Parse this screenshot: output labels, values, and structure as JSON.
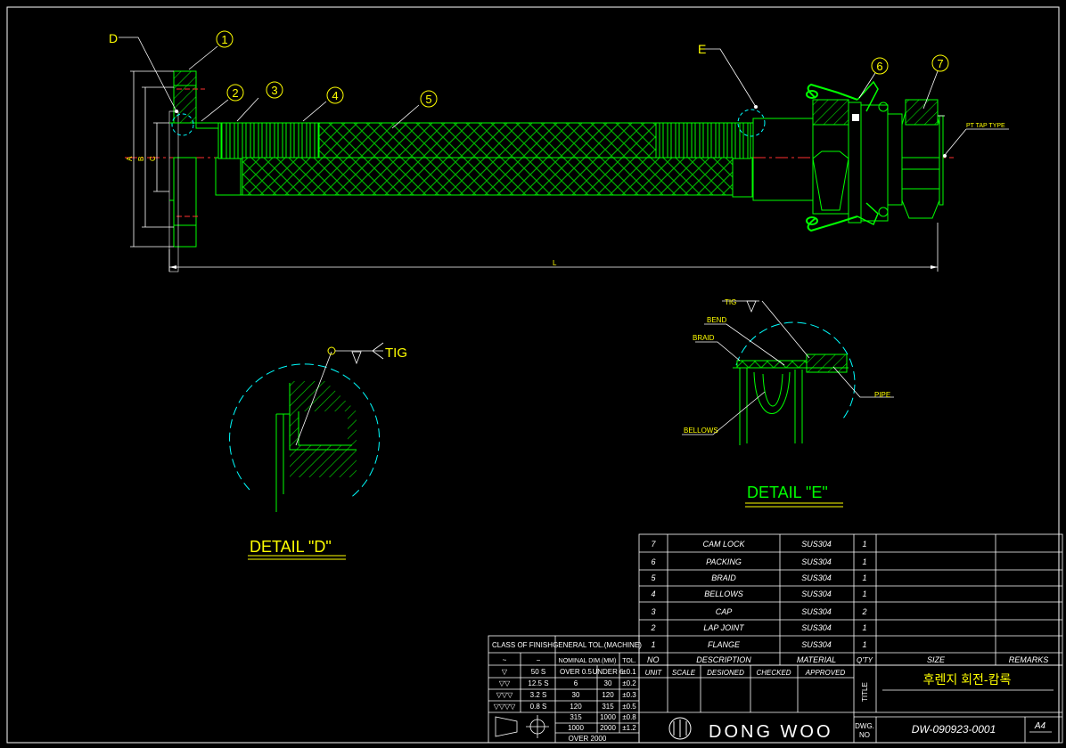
{
  "drawing": {
    "detail_labels": {
      "d": "D",
      "e": "E"
    },
    "balloons": [
      "1",
      "2",
      "3",
      "4",
      "5",
      "6",
      "7"
    ],
    "dimensions": {
      "a": "A",
      "b": "B",
      "c": "C",
      "l": "L"
    },
    "pt_tap_label": "PT TAP TYPE"
  },
  "detail_d": {
    "title": "DETAIL \"D\"",
    "weld": "TIG"
  },
  "detail_e": {
    "title": "DETAIL \"E\"",
    "tig": "TIG",
    "bend": "BEND",
    "braid": "BRAID",
    "pipe": "PIPE",
    "bellows": "BELLOWS"
  },
  "parts_table": {
    "rows": [
      {
        "no": "7",
        "description": "CAM LOCK",
        "material": "SUS304",
        "qty": "1"
      },
      {
        "no": "6",
        "description": "PACKING",
        "material": "SUS304",
        "qty": "1"
      },
      {
        "no": "5",
        "description": "BRAID",
        "material": "SUS304",
        "qty": "1"
      },
      {
        "no": "4",
        "description": "BELLOWS",
        "material": "SUS304",
        "qty": "1"
      },
      {
        "no": "3",
        "description": "CAP",
        "material": "SUS304",
        "qty": "2"
      },
      {
        "no": "2",
        "description": "LAP JOINT",
        "material": "SUS304",
        "qty": "1"
      },
      {
        "no": "1",
        "description": "FLANGE",
        "material": "SUS304",
        "qty": "1"
      }
    ],
    "headers": {
      "no": "NO",
      "description": "DESCRIPTION",
      "material": "MATERIAL",
      "qty": "Q'TY",
      "size": "SIZE",
      "remarks": "REMARKS"
    }
  },
  "finish_table": {
    "header_class": "CLASS OF FINISH",
    "header_tol": "GENERAL TOL.(MACHINE)",
    "sub_nominal": "NOMINAL DIM.(MM)",
    "sub_tol": "TOL.",
    "symbols_col": [
      "~",
      "▽",
      "▽▽",
      "▽▽▽",
      "▽▽▽▽"
    ],
    "values_col": [
      "−",
      "50 S",
      "12.5 S",
      "3.2 S",
      "0.8 S"
    ],
    "ranges": [
      {
        "over": "OVER 0.5",
        "under": "UNDER 6",
        "tol": "±0.1"
      },
      {
        "over": "6",
        "under": "30",
        "tol": "±0.2"
      },
      {
        "over": "30",
        "under": "120",
        "tol": "±0.3"
      },
      {
        "over": "120",
        "under": "315",
        "tol": "±0.5"
      },
      {
        "over": "315",
        "under": "1000",
        "tol": "±0.8"
      },
      {
        "over": "1000",
        "under": "2000",
        "tol": "±1.2"
      },
      {
        "over": "OVER 2000",
        "under": "",
        "tol": ""
      }
    ]
  },
  "title_block": {
    "unit": "UNIT",
    "scale": "SCALE",
    "designed": "DESIONED",
    "checked": "CHECKED",
    "approved": "APPROVED",
    "title_label": "TITLE",
    "title": "후렌지 회전-캄록",
    "company": "DONG WOO",
    "dwg_label_1": "DWG.",
    "dwg_label_2": "NO",
    "dwg_no": "DW-090923-0001",
    "sheet": "A4"
  }
}
